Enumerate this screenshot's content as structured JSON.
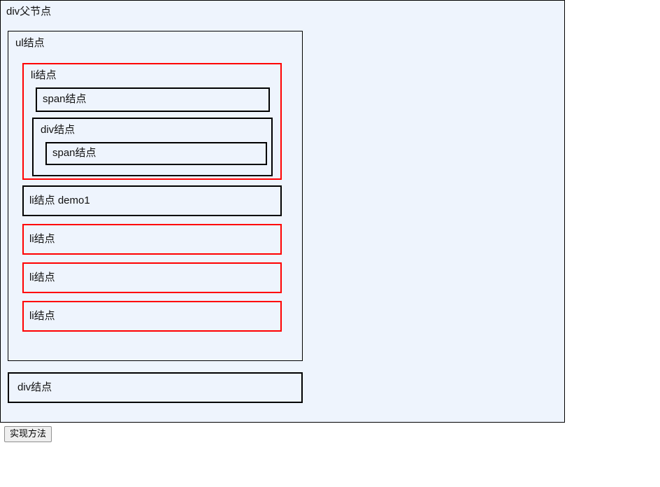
{
  "parent": {
    "label": "div父节点",
    "background_color": "#eef4fd",
    "border_color": "#000000"
  },
  "ul": {
    "label": "ul结点",
    "border_color": "#000000",
    "items": [
      {
        "label": "li结点",
        "border_color": "#ff0000",
        "children": {
          "span_first": {
            "label": "span结点",
            "border_color": "#000000"
          },
          "div": {
            "label": "div结点",
            "border_color": "#000000",
            "span": {
              "label": "span结点",
              "border_color": "#000000"
            }
          }
        }
      },
      {
        "label": "li结点 demo1",
        "border_color": "#000000"
      },
      {
        "label": "li结点",
        "border_color": "#ff0000"
      },
      {
        "label": "li结点",
        "border_color": "#ff0000"
      },
      {
        "label": "li结点",
        "border_color": "#ff0000"
      }
    ]
  },
  "sibling_div": {
    "label": "div结点",
    "border_color": "#000000"
  },
  "button": {
    "label": "实现方法"
  }
}
